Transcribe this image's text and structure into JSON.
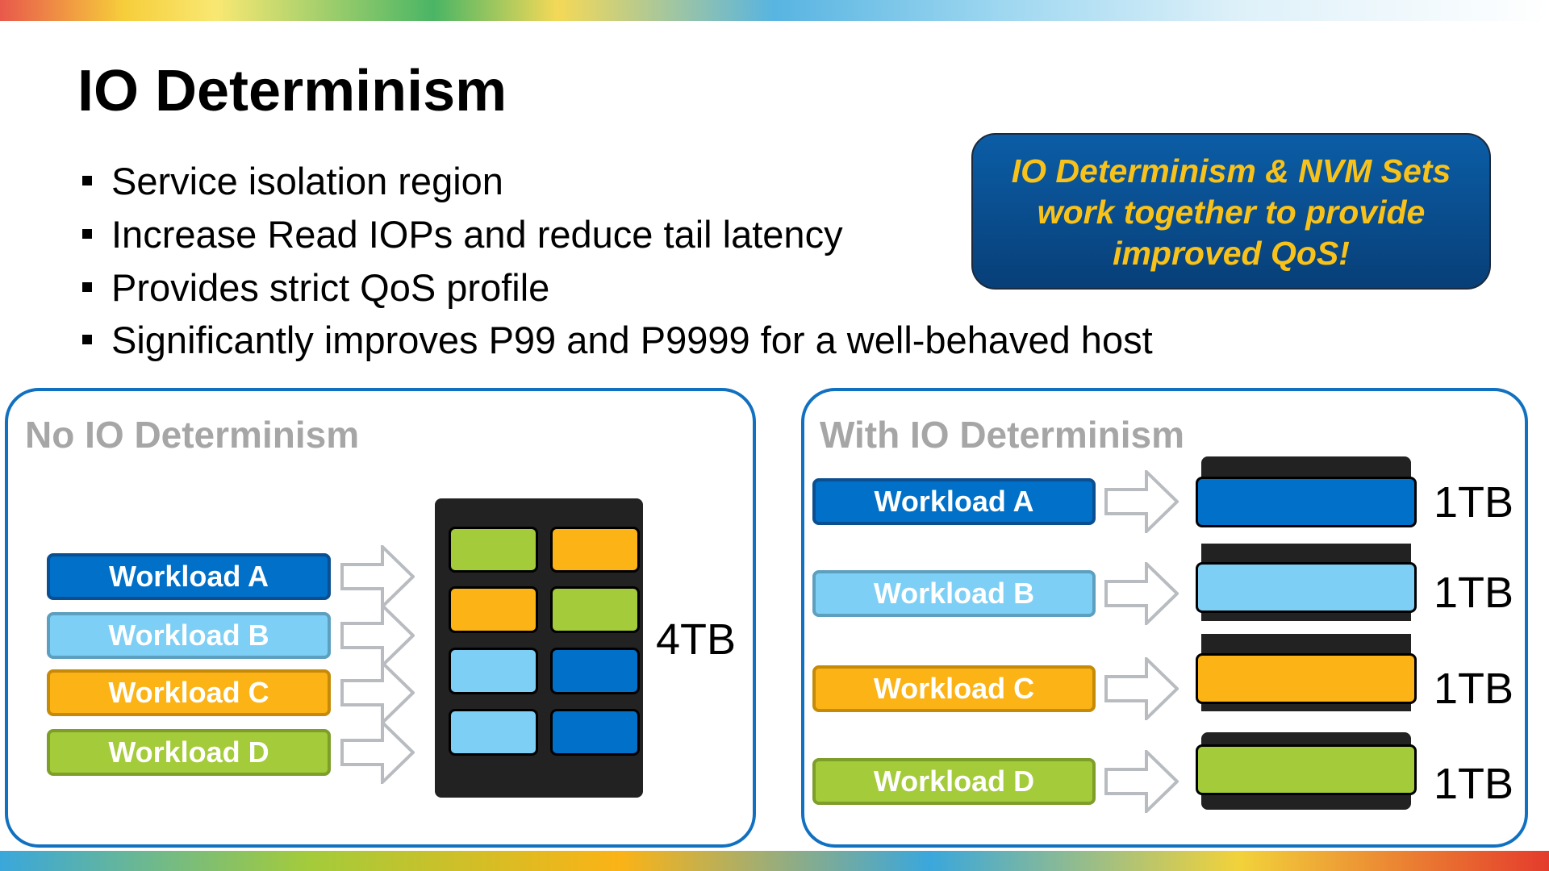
{
  "title": "IO Determinism",
  "bullets": [
    "Service isolation region",
    "Increase Read IOPs and reduce tail latency",
    "Provides strict QoS profile",
    "Significantly improves P99 and P9999 for a well-behaved host"
  ],
  "callout": {
    "lines": [
      "IO Determinism & NVM Sets",
      "work together to provide",
      "improved QoS!"
    ]
  },
  "left_panel": {
    "title": "No IO Determinism",
    "workloads": [
      "Workload A",
      "Workload B",
      "Workload C",
      "Workload D"
    ],
    "capacity": "4TB"
  },
  "right_panel": {
    "title": "With IO Determinism",
    "workloads": [
      "Workload A",
      "Workload B",
      "Workload C",
      "Workload D"
    ],
    "capacities": [
      "1TB",
      "1TB",
      "1TB",
      "1TB"
    ]
  },
  "colors": {
    "blue": "#0070c8",
    "light_blue": "#7dcff5",
    "orange": "#fbb316",
    "green": "#a4cb3a",
    "panel_border": "#1170c0",
    "callout_text": "#f8c21a"
  }
}
